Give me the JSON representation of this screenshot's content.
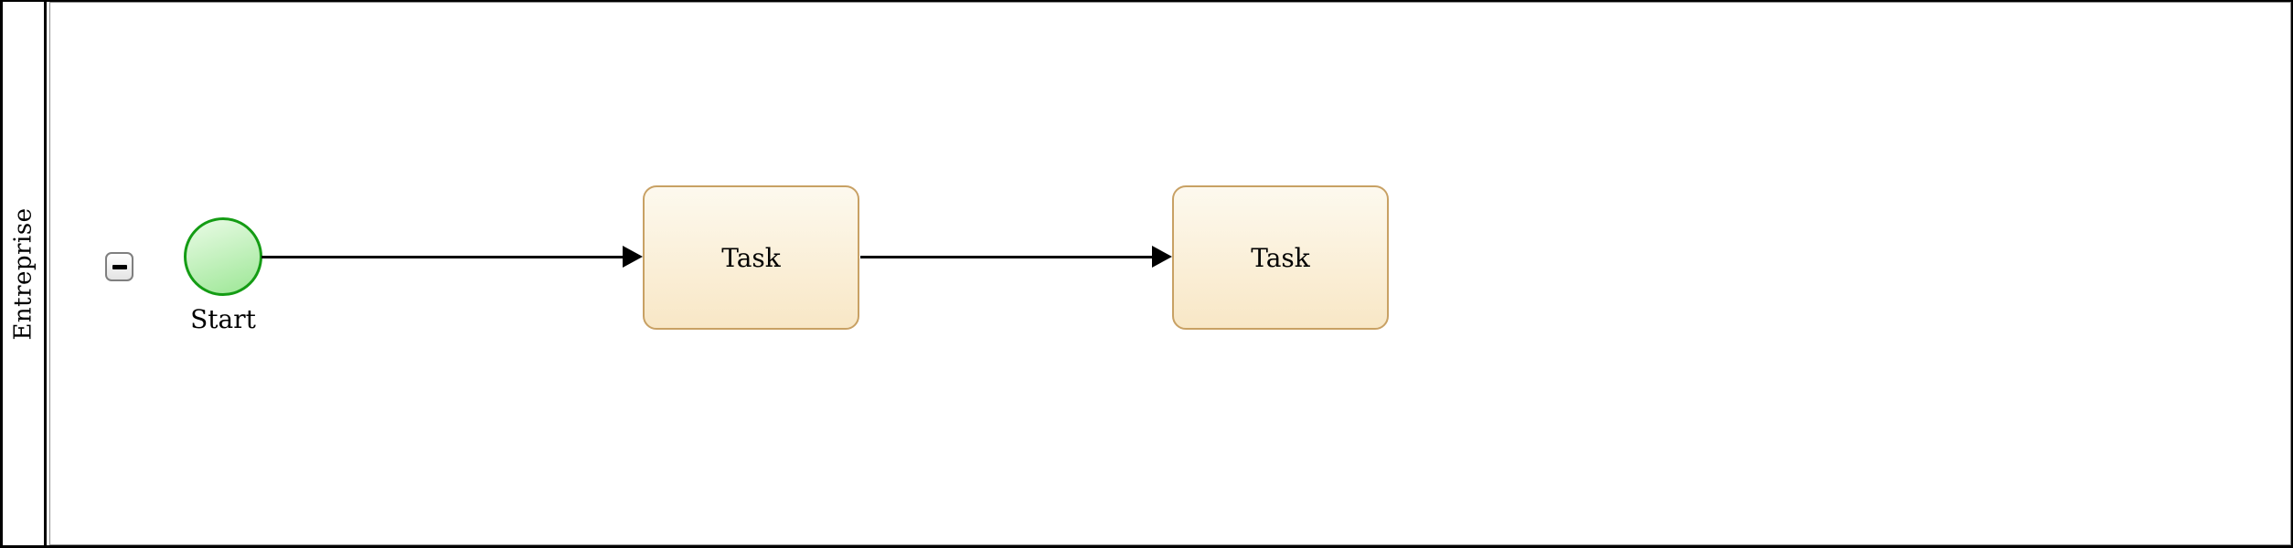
{
  "pool": {
    "label": "Entreprise",
    "collapse_symbol": "−"
  },
  "nodes": {
    "start_event": {
      "label": "Start",
      "shape": "circle"
    },
    "tasks": [
      {
        "label": "Task"
      },
      {
        "label": "Task"
      }
    ]
  },
  "flows": [
    {
      "from": "start-event",
      "to": "task-1",
      "direction": "right"
    },
    {
      "from": "task-1",
      "to": "task-2",
      "direction": "right"
    }
  ],
  "colors": {
    "pool_border": "#000000",
    "lane_border": "#8f8f8f",
    "start_border": "#149c14",
    "start_fill_top": "#eafbe6",
    "start_fill_bottom": "#9ce795",
    "task_border": "#c8a164",
    "task_fill_top": "#fdf9ee",
    "task_fill_bottom": "#f8e7c6",
    "connector": "#000000"
  }
}
